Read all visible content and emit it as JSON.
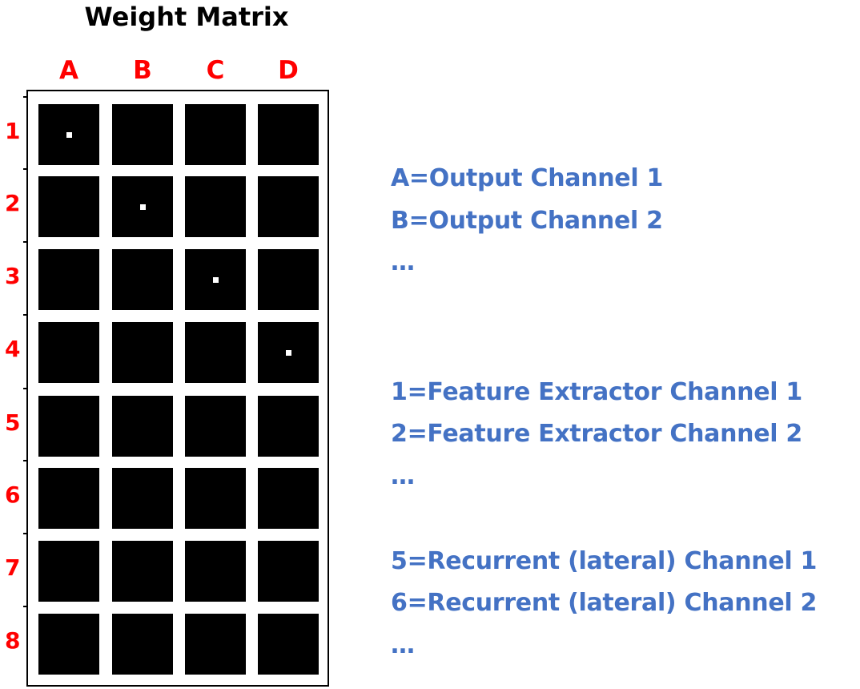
{
  "title": "Weight Matrix",
  "colors": {
    "label": "#ff0000",
    "legend": "#4472c4",
    "cell": "#000000",
    "active": "#ffffff"
  },
  "matrix": {
    "columns": [
      "A",
      "B",
      "C",
      "D"
    ],
    "rows": [
      "1",
      "2",
      "3",
      "4",
      "5",
      "6",
      "7",
      "8"
    ],
    "active_cells": [
      {
        "row": "1",
        "col": "A"
      },
      {
        "row": "2",
        "col": "B"
      },
      {
        "row": "3",
        "col": "C"
      },
      {
        "row": "4",
        "col": "D"
      }
    ]
  },
  "legend": {
    "line1": "A=Output Channel 1",
    "line2": "B=Output Channel 2",
    "line3": "…",
    "line4": "1=Feature Extractor Channel 1",
    "line5": "2=Feature Extractor Channel 2",
    "line6": "…",
    "line7": "5=Recurrent (lateral) Channel 1",
    "line8": "6=Recurrent (lateral) Channel 2",
    "line9": "…"
  }
}
